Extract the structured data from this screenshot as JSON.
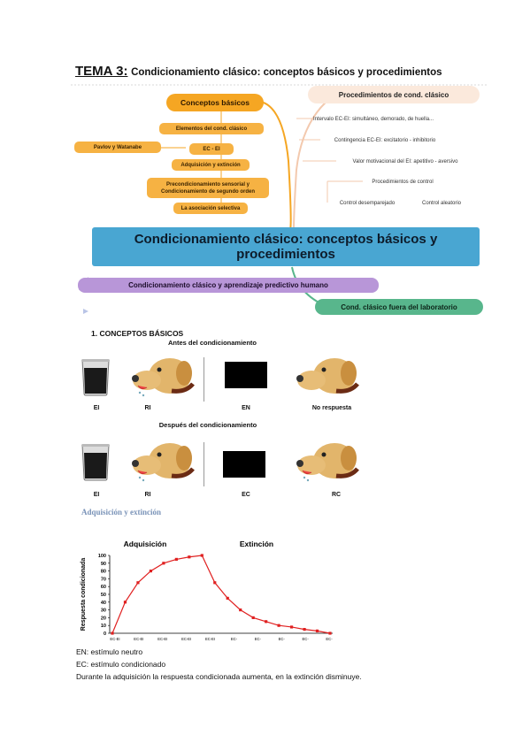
{
  "title": {
    "tema": "TEMA 3:",
    "subtitle": "Condicionamiento clásico: conceptos básicos y procedimientos"
  },
  "mindmap": {
    "left_header": "Conceptos básicos",
    "left_items": [
      "Elementos del cond. clásico",
      "EC - EI",
      "Adquisición y extinción",
      "Precondicionamiento sensorial y",
      "Condicionamiento de segundo orden",
      "La asociación selectiva"
    ],
    "pavlov": "Pavlov y Watanabe",
    "right_header": "Procedimientos de cond. clásico",
    "right_items": [
      "Intervalo EC-EI: simultáneo, demorado, de huella...",
      "Contingencia EC-EI: excitatorio - inhibitorio",
      "Valor motivacional del EI: apetitivo - aversivo",
      "Procedimientos de control",
      "Control desemparejado",
      "Control aleatorio"
    ],
    "center_line1": "Condicionamiento clásico: conceptos básicos y",
    "center_line2": "procedimientos",
    "purple": "Condicionamiento clásico y aprendizaje predictivo humano",
    "green": "Cond. clásico fuera del laboratorio",
    "colors": {
      "orange": "#f6b243",
      "center": "#49a6d2",
      "purple": "#b896d8",
      "green": "#58b68c",
      "peach": "#fbe9dc"
    }
  },
  "section": {
    "heading": "1.    CONCEPTOS BÁSICOS",
    "before": "Antes del condicionamiento",
    "after": "Después del condicionamiento",
    "before_labels": [
      "EI",
      "RI",
      "EN",
      "No respuesta"
    ],
    "after_labels": [
      "EI",
      "RI",
      "EC",
      "RC"
    ]
  },
  "acq_title": "Adquisición y extinción",
  "chart_data": {
    "type": "line",
    "ylabel": "Respuesta condicionada",
    "xlabel": "",
    "ylim": [
      0,
      100
    ],
    "yticks": [
      0,
      10,
      20,
      30,
      40,
      50,
      60,
      70,
      80,
      90,
      100
    ],
    "phase_labels": [
      "Adquisición",
      "Extinción"
    ],
    "x_labels": [
      "EC-EI",
      "EC-EI",
      "EC-EI",
      "EC-EI",
      "EC-EI",
      "EC-",
      "EC-",
      "EC-",
      "EC-",
      "EC-"
    ],
    "series": [
      {
        "values": [
          0,
          40,
          65,
          80,
          90,
          95,
          98,
          100,
          65,
          45,
          30,
          20,
          15,
          10,
          8,
          5,
          3,
          0
        ],
        "color": "#e02020"
      }
    ]
  },
  "notes": [
    "EN: estímulo neutro",
    "EC: estímulo condicionado",
    "Durante la adquisición la respuesta condicionada aumenta, en la extinción disminuye."
  ]
}
